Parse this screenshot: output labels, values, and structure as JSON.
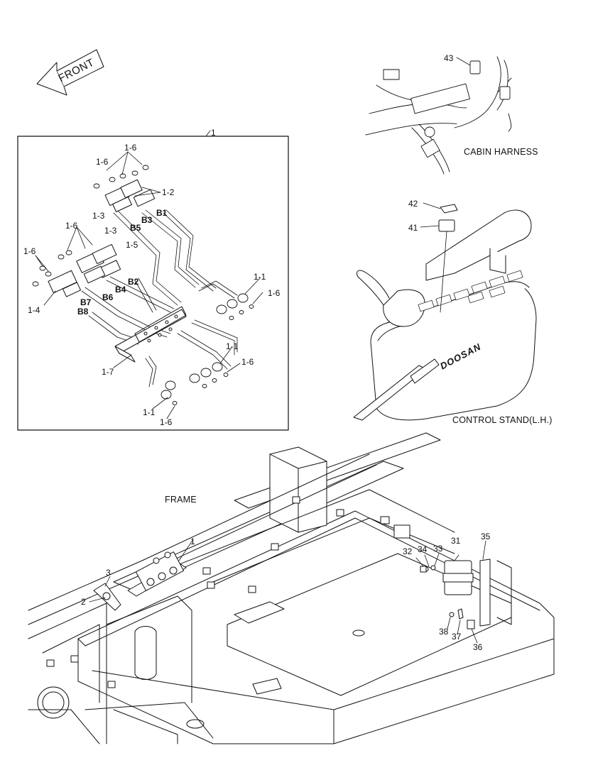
{
  "direction_arrow": {
    "text": "FRONT"
  },
  "captions": {
    "cabin_harness": "CABIN HARNESS",
    "control_stand": "CONTROL STAND(L.H.)",
    "frame": "FRAME"
  },
  "brand_logo": "DOOSAN",
  "detail_box": {
    "assembly_no": "1",
    "part_labels": [
      "1-1",
      "1-1",
      "1-1",
      "1-2",
      "1-3",
      "1-3",
      "1-4",
      "1-5",
      "1-6",
      "1-6",
      "1-6",
      "1-6",
      "1-6",
      "1-6",
      "1-6",
      "1-7"
    ],
    "port_labels": [
      "B1",
      "B2",
      "B3",
      "B4",
      "B5",
      "B6",
      "B7",
      "B8"
    ]
  },
  "callouts": [
    "1",
    "2",
    "3",
    "31",
    "32",
    "33",
    "34",
    "35",
    "36",
    "37",
    "38",
    "41",
    "42",
    "43"
  ]
}
